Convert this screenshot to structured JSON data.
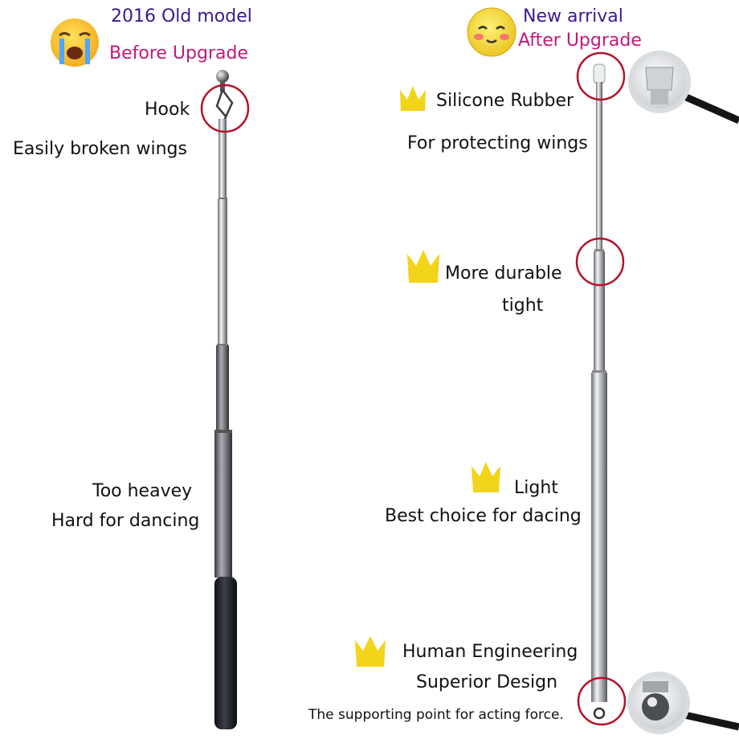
{
  "left": {
    "year_title": "2016 Old model",
    "subtitle": "Before Upgrade",
    "hook_label": "Hook",
    "hook_note": "Easily broken wings",
    "weight_line1": "Too heavey",
    "weight_line2": "Hard for dancing",
    "emoji_icon": "crying-face-icon"
  },
  "right": {
    "title": "New arrival",
    "subtitle": "After Upgrade",
    "feature1_title": "Silicone Rubber",
    "feature1_note": "For protecting wings",
    "feature2_title": "More durable",
    "feature2_note": "tight",
    "feature3_title": "Light",
    "feature3_note": "Best choice for dacing",
    "feature4_title": "Human Engineering",
    "feature4_note": "Superior Design",
    "feature4_detail": "The supporting point for acting force.",
    "emoji_icon": "blushing-smile-icon",
    "bullet_icon": "crown-icon"
  },
  "colors": {
    "header_purple": "#3b1a8a",
    "header_magenta": "#c2197a",
    "circle_red": "#b5122a",
    "crown_yellow": "#f2d41a"
  }
}
